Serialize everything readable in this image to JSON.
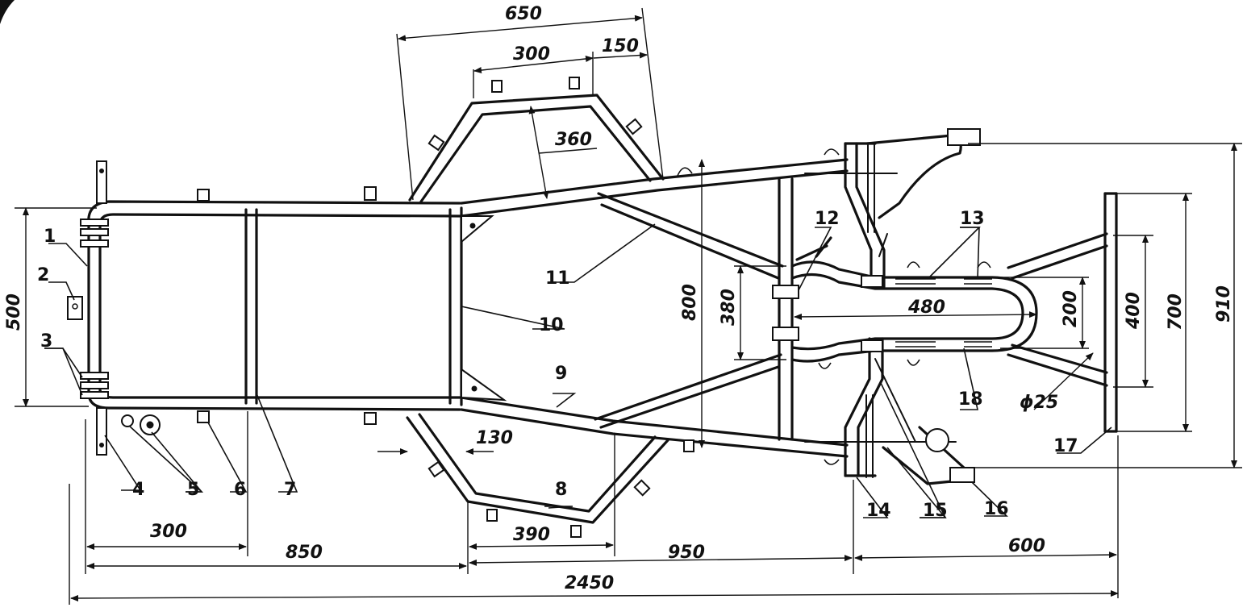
{
  "dimensions": {
    "d650": "650",
    "d300_top": "300",
    "d150": "150",
    "d360": "360",
    "d500": "500",
    "d800": "800",
    "d380": "380",
    "d480": "480",
    "d200": "200",
    "d400": "400",
    "d700": "700",
    "d910": "910",
    "d130": "130",
    "d390": "390",
    "d300_bottom": "300",
    "d850": "850",
    "d950": "950",
    "d600": "600",
    "d2450": "2450",
    "d25": "ϕ25"
  },
  "parts": {
    "p1": "1",
    "p2": "2",
    "p3": "3",
    "p4": "4",
    "p5": "5",
    "p6": "6",
    "p7": "7",
    "p8": "8",
    "p9": "9",
    "p10": "10",
    "p11": "11",
    "p12": "12",
    "p13": "13",
    "p14": "14",
    "p15": "15",
    "p16": "16",
    "p17": "17",
    "p18": "18"
  }
}
